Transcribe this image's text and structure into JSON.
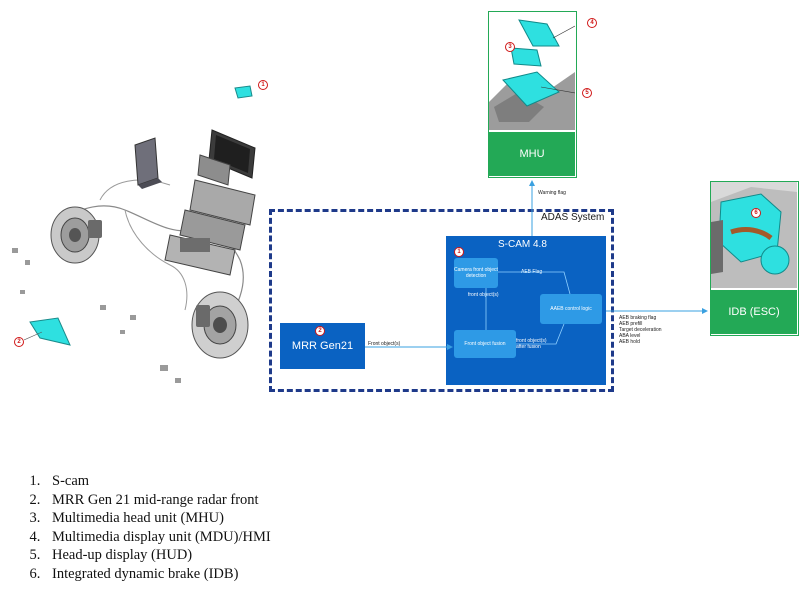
{
  "adas": {
    "title": "ADAS System"
  },
  "scam": {
    "title": "S-CAM 4.8",
    "badge": "1",
    "camera_detection": "Camera front object detection",
    "fusion": "Front object fusion",
    "aeb_logic": "AAEB control logic",
    "label_aeb_flag": "AEB Flag",
    "label_front_objects": "front object(s)",
    "label_front_objects_list": "front object(s) after fusion"
  },
  "mrr": {
    "title": "MRR Gen21",
    "badge": "2",
    "arrow_label": "Front object(s)"
  },
  "mhu": {
    "title": "MHU",
    "arrow_label": "Warning flag"
  },
  "idb": {
    "title": "IDB (ESC)",
    "badge": "6",
    "signals": [
      "AEB braking flag",
      "AEB prefill",
      "Target deceleration",
      "ABA level",
      "AEB hold"
    ]
  },
  "mhu_photo_badges": [
    "4",
    "3",
    "5"
  ],
  "vehicle_badges": [
    "1",
    "2"
  ],
  "legend": [
    "S-cam",
    "MRR Gen 21 mid-range radar front",
    "Multimedia head unit (MHU)",
    "Multimedia display unit (MDU)/HMI",
    "Head-up display (HUD)",
    "Integrated dynamic brake (IDB)"
  ],
  "colors": {
    "block_blue": "#0a62c2",
    "inner_blue": "#2e9ae6",
    "green": "#23a956",
    "dashed_border": "#1e3a8a",
    "arrow": "#3aa0e0",
    "badge_red": "#d01818",
    "cyan_part": "#2ee0e0"
  }
}
